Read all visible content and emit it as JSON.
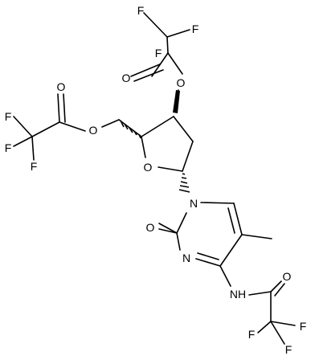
{
  "molecule": {
    "atoms": {
      "F1": "F",
      "F2": "F",
      "F3": "F",
      "O1": "O",
      "O2": "O",
      "F4": "F",
      "F5": "F",
      "F6": "F",
      "O3": "O",
      "O4": "O",
      "O5": "O",
      "N1": "N",
      "O6": "O",
      "N3": "N",
      "NH": "NH",
      "O7": "O",
      "F7": "F",
      "F8": "F",
      "F9": "F"
    }
  }
}
